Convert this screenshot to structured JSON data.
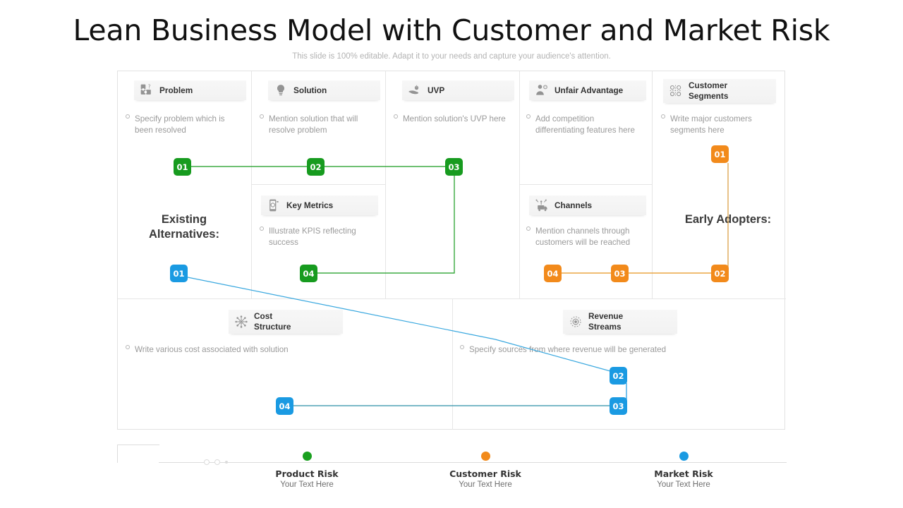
{
  "header": {
    "title": "Lean Business Model with Customer and Market Risk",
    "subtitle": "This slide is 100% editable. Adapt it to your needs and capture your audience's attention."
  },
  "colors": {
    "green": "#179b1f",
    "orange": "#f28a1b",
    "blue": "#1a9ae2",
    "header_bg": "#f4f4f4",
    "body_text": "#9a9a9a"
  },
  "canvas": {
    "cells": [
      {
        "id": "problem",
        "icon": "puzzle-question-icon",
        "title": "Problem",
        "body": "Specify problem which is been resolved"
      },
      {
        "id": "solution",
        "icon": "lightbulb-icon",
        "title": "Solution",
        "body": "Mention solution that will resolve problem"
      },
      {
        "id": "uvp",
        "icon": "hand-gift-icon",
        "title": "UVP",
        "body": "Mention solution's UVP here"
      },
      {
        "id": "unfair-advantage",
        "icon": "user-plus-icon",
        "title": "Unfair Advantage",
        "body": "Add competition differentiating features here"
      },
      {
        "id": "customer-segments",
        "icon": "segments-grid-icon",
        "title": "Customer Segments",
        "body": "Write major customers segments here"
      },
      {
        "id": "key-metrics",
        "icon": "mobile-chart-icon",
        "title": "Key Metrics",
        "body": "Illustrate KPIS reflecting success"
      },
      {
        "id": "channels",
        "icon": "broadcast-truck-icon",
        "title": "Channels",
        "body": "Mention channels through customers will be reached"
      },
      {
        "id": "cost-structure",
        "icon": "network-hub-icon",
        "title": "Cost Structure",
        "body": "Write various cost associated with solution"
      },
      {
        "id": "revenue-streams",
        "icon": "gear-icon",
        "title": "Revenue Streams",
        "body": "Specify sources from where revenue will be generated"
      }
    ],
    "side_labels": {
      "existing_alternatives": "Existing Alternatives:",
      "early_adopters": "Early Adopters:"
    },
    "badges": {
      "product_risk": [
        "01",
        "02",
        "03",
        "04"
      ],
      "customer_risk": [
        "01",
        "02",
        "03",
        "04"
      ],
      "market_risk": [
        "01",
        "02",
        "03",
        "04"
      ]
    }
  },
  "legend": {
    "items": [
      {
        "label": "Product Risk",
        "sub": "Your Text Here",
        "color": "#1aa01f"
      },
      {
        "label": "Customer Risk",
        "sub": "Your Text Here",
        "color": "#f28a1b"
      },
      {
        "label": "Market Risk",
        "sub": "Your Text Here",
        "color": "#1a9ae2"
      }
    ]
  }
}
